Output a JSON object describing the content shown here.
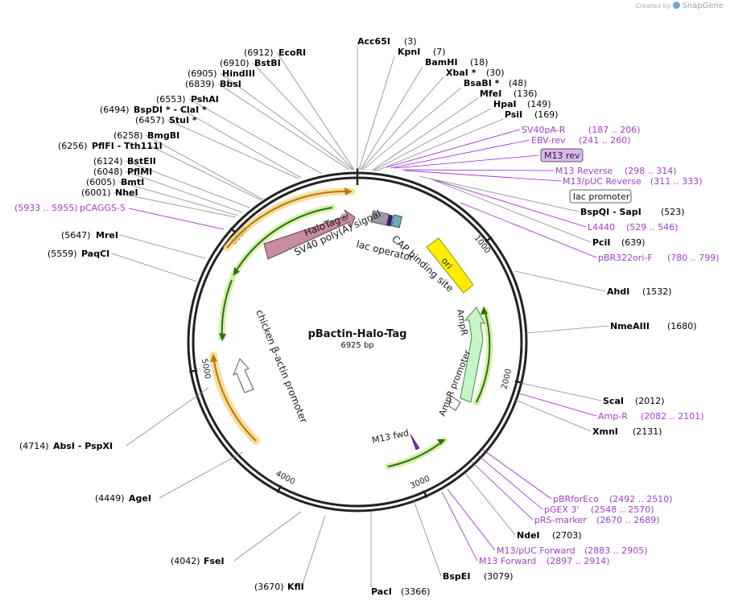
{
  "credit": {
    "prefix": "Created by",
    "brand": "SnapGene"
  },
  "plasmid": {
    "name": "pBactin-Halo-Tag",
    "length_label": "6925 bp",
    "length": 6925
  },
  "ticks": [
    {
      "label": "1000",
      "pos": 1000
    },
    {
      "label": "2000",
      "pos": 2000
    },
    {
      "label": "3000",
      "pos": 3000
    },
    {
      "label": "4000",
      "pos": 4000
    },
    {
      "label": "5000",
      "pos": 5000
    },
    {
      "label": "6000",
      "pos": 6000
    }
  ],
  "enzymes_right": [
    {
      "name": "Acc65I",
      "pos": "(3)"
    },
    {
      "name": "KpnI",
      "pos": "(7)"
    },
    {
      "name": "BamHI",
      "pos": "(18)"
    },
    {
      "name": "XbaI *",
      "pos": "(30)"
    },
    {
      "name": "BsaBI *",
      "pos": "(48)"
    },
    {
      "name": "MfeI",
      "pos": "(136)"
    },
    {
      "name": "HpaI",
      "pos": "(149)"
    },
    {
      "name": "PsiI",
      "pos": "(169)"
    },
    {
      "name": "BspQI - SapI",
      "pos": "(523)"
    },
    {
      "name": "PciI",
      "pos": "(639)"
    },
    {
      "name": "AhdI",
      "pos": "(1532)"
    },
    {
      "name": "NmeAIII",
      "pos": "(1680)"
    },
    {
      "name": "ScaI",
      "pos": "(2012)"
    },
    {
      "name": "XmnI",
      "pos": "(2131)"
    },
    {
      "name": "NdeI",
      "pos": "(2703)"
    },
    {
      "name": "BspEI",
      "pos": "(3079)"
    },
    {
      "name": "PacI",
      "pos": "(3366)"
    }
  ],
  "enzymes_left": [
    {
      "name": "EcoRI",
      "pos": "(6912)"
    },
    {
      "name": "BstBI",
      "pos": "(6910)"
    },
    {
      "name": "HindIII",
      "pos": "(6905)"
    },
    {
      "name": "BbsI",
      "pos": "(6839)"
    },
    {
      "name": "PshAI",
      "pos": "(6553)"
    },
    {
      "name": "BspDI * - ClaI *",
      "pos": "(6494)"
    },
    {
      "name": "StuI *",
      "pos": "(6457)"
    },
    {
      "name": "BmgBI",
      "pos": "(6258)"
    },
    {
      "name": "PflFI - Tth111I",
      "pos": "(6256)"
    },
    {
      "name": "BstEII",
      "pos": "(6124)"
    },
    {
      "name": "PflMI",
      "pos": "(6048)"
    },
    {
      "name": "BmtI",
      "pos": "(6005)"
    },
    {
      "name": "NheI",
      "pos": "(6001)"
    },
    {
      "name": "MreI",
      "pos": "(5647)"
    },
    {
      "name": "PaqCI",
      "pos": "(5559)"
    },
    {
      "name": "AbsI - PspXI",
      "pos": "(4714)"
    },
    {
      "name": "AgeI",
      "pos": "(4449)"
    },
    {
      "name": "FseI",
      "pos": "(4042)"
    },
    {
      "name": "KflI",
      "pos": "(3670)"
    }
  ],
  "primers": [
    {
      "name": "SV40pA-R",
      "range": "(187 .. 206)"
    },
    {
      "name": "EBV-rev",
      "range": "(241 .. 260)"
    },
    {
      "name": "M13 rev",
      "range": ""
    },
    {
      "name": "M13 Reverse",
      "range": "(298 .. 314)"
    },
    {
      "name": "M13/pUC Reverse",
      "range": "(311 .. 333)"
    },
    {
      "name": "L4440",
      "range": "(529 .. 546)"
    },
    {
      "name": "pBR322ori-F",
      "range": "(780 .. 799)"
    },
    {
      "name": "Amp-R",
      "range": "(2082 .. 2101)"
    },
    {
      "name": "pBRforEco",
      "range": "(2492 .. 2510)"
    },
    {
      "name": "pGEX 3'",
      "range": "(2548 .. 2570)"
    },
    {
      "name": "pRS-marker",
      "range": "(2670 .. 2689)"
    },
    {
      "name": "M13/pUC Forward",
      "range": "(2883 .. 2905)"
    },
    {
      "name": "M13 Forward",
      "range": "(2897 .. 2914)"
    },
    {
      "name": "pCAGGS-5",
      "range": "(5933 .. 5955)"
    }
  ],
  "feature_labels": {
    "lac_promoter": "lac promoter",
    "halotag": "HaloTag®",
    "sv40": "SV40 poly(A) signal",
    "lac_operator": "lac operator",
    "cap": "CAP binding site",
    "ori": "ori",
    "ampr": "AmpR",
    "ampr_promoter": "AmpR promoter",
    "m13fwd": "M13 fwd",
    "chicken": "chicken β-actin promoter"
  },
  "colors": {
    "backbone": "#222222",
    "primer": "#9a1fd0",
    "primer_text": "#a040c8",
    "halotag": "#c98ca3",
    "ori": "#ffee00",
    "ampr": "#c8f5c8",
    "orange_feature": "#f4a020",
    "green_feature": "#339933",
    "m13rev_box": "#d9b6f2"
  }
}
